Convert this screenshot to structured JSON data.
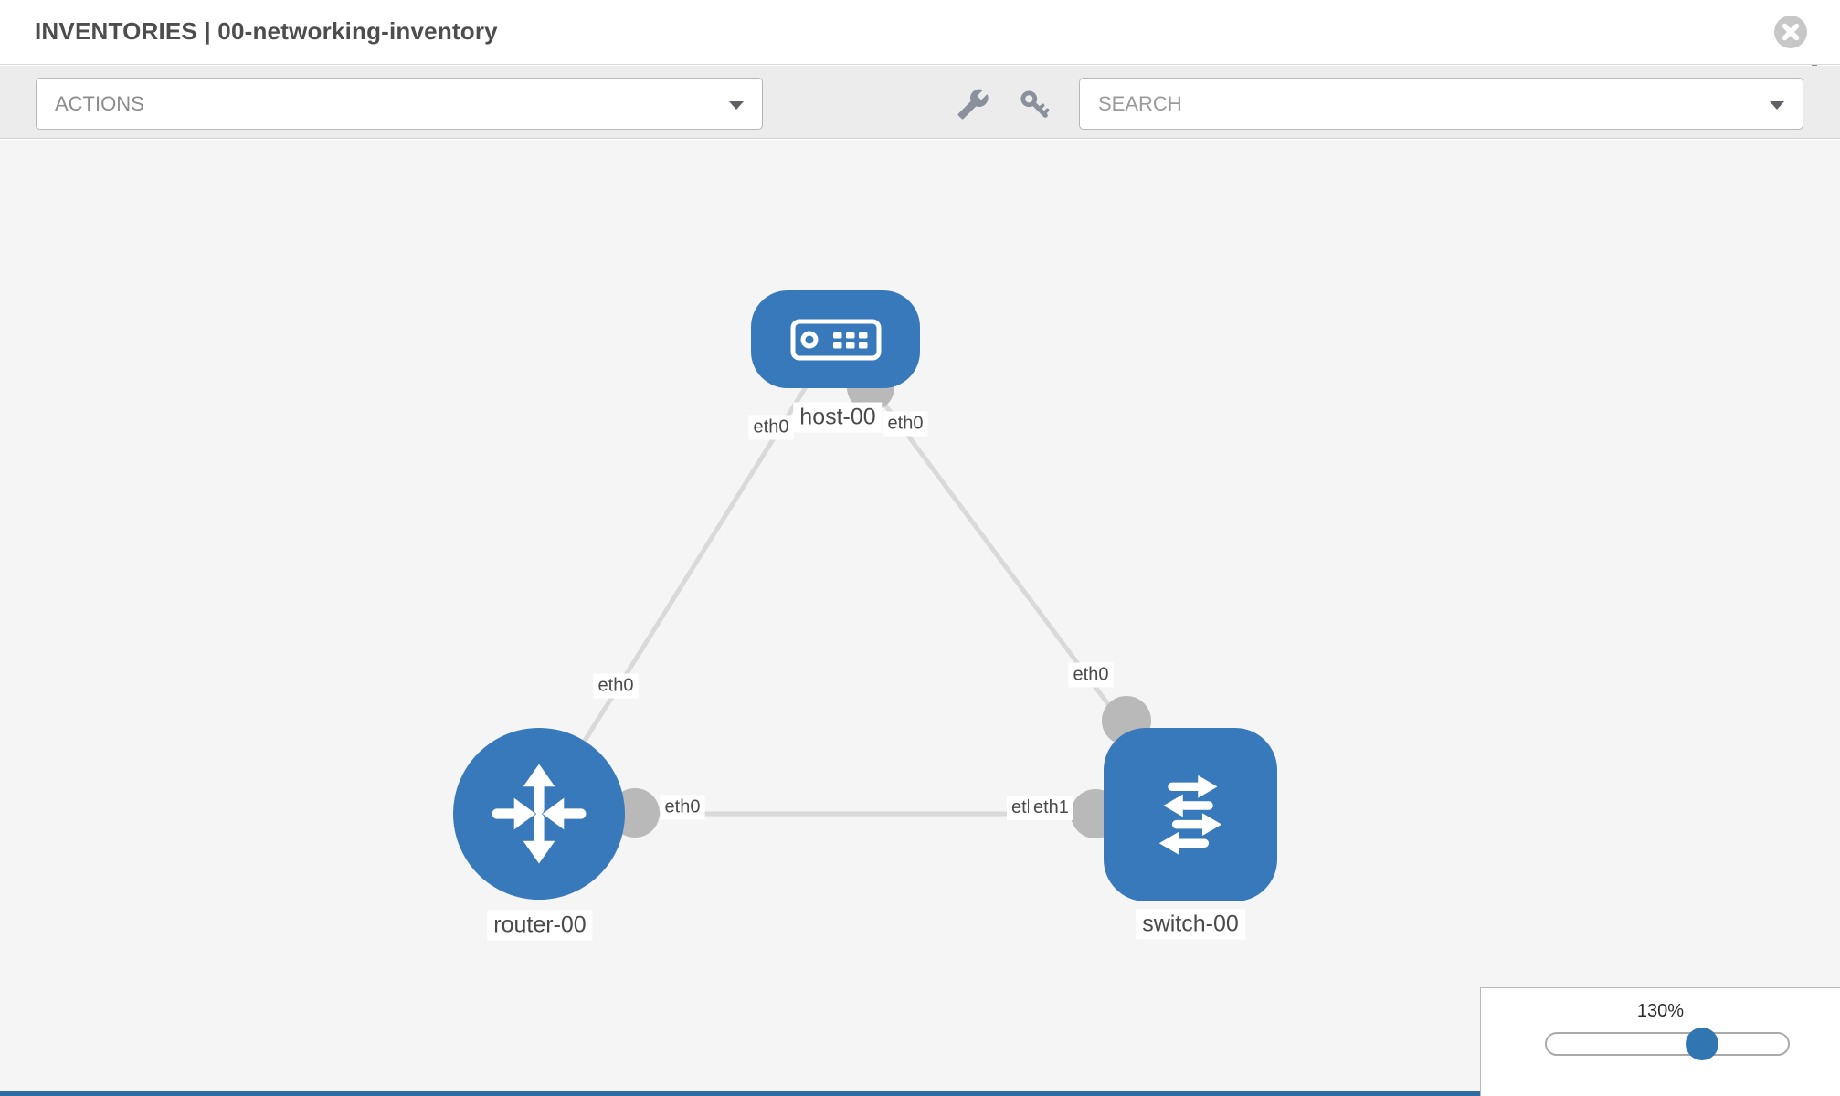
{
  "header": {
    "title": "INVENTORIES | 00-networking-inventory"
  },
  "toolbar": {
    "actions_label": "ACTIONS",
    "search_placeholder": "SEARCH"
  },
  "topology": {
    "nodes": [
      {
        "id": "host-00",
        "type": "host",
        "label": "host-00"
      },
      {
        "id": "router-00",
        "type": "router",
        "label": "router-00"
      },
      {
        "id": "switch-00",
        "type": "switch",
        "label": "switch-00"
      }
    ],
    "links": [
      {
        "from": "host-00",
        "to": "router-00",
        "from_port": "eth0",
        "to_port": "eth0"
      },
      {
        "from": "host-00",
        "to": "switch-00",
        "from_port": "eth0",
        "to_port": "eth0"
      },
      {
        "from": "router-00",
        "to": "switch-00",
        "from_port": "eth0",
        "to_port": "eth1"
      }
    ],
    "port_labels": [
      {
        "label": "eth0",
        "at": "host-left"
      },
      {
        "label": "eth0",
        "at": "host-right"
      },
      {
        "label": "eth0",
        "at": "router-top"
      },
      {
        "label": "eth0",
        "at": "switch-top"
      },
      {
        "label": "eth0",
        "at": "router-right"
      },
      {
        "label": "eth0",
        "at": "switch-left-underneath"
      },
      {
        "label": "eth1",
        "at": "switch-left"
      }
    ]
  },
  "zoom_control": {
    "level": "130%"
  },
  "icons": {
    "close": "x-circle",
    "actions_caret": "caret-down",
    "search_caret": "caret-down",
    "wrench": "wrench",
    "key": "key",
    "zoom_out": "minus",
    "zoom_in": "plus",
    "host": "server",
    "router": "router-arrows",
    "switch": "switch-arrows"
  },
  "colors": {
    "node_blue": "#3779ba",
    "port_gray": "#b9b9b9",
    "edge_gray": "#d9d9d9",
    "thumb_blue": "#3276b1",
    "footer_blue": "#2e6da4",
    "canvas_bg": "#f5f5f5",
    "toolbar_bg": "#ececec",
    "icon_gray": "#8b909a"
  }
}
